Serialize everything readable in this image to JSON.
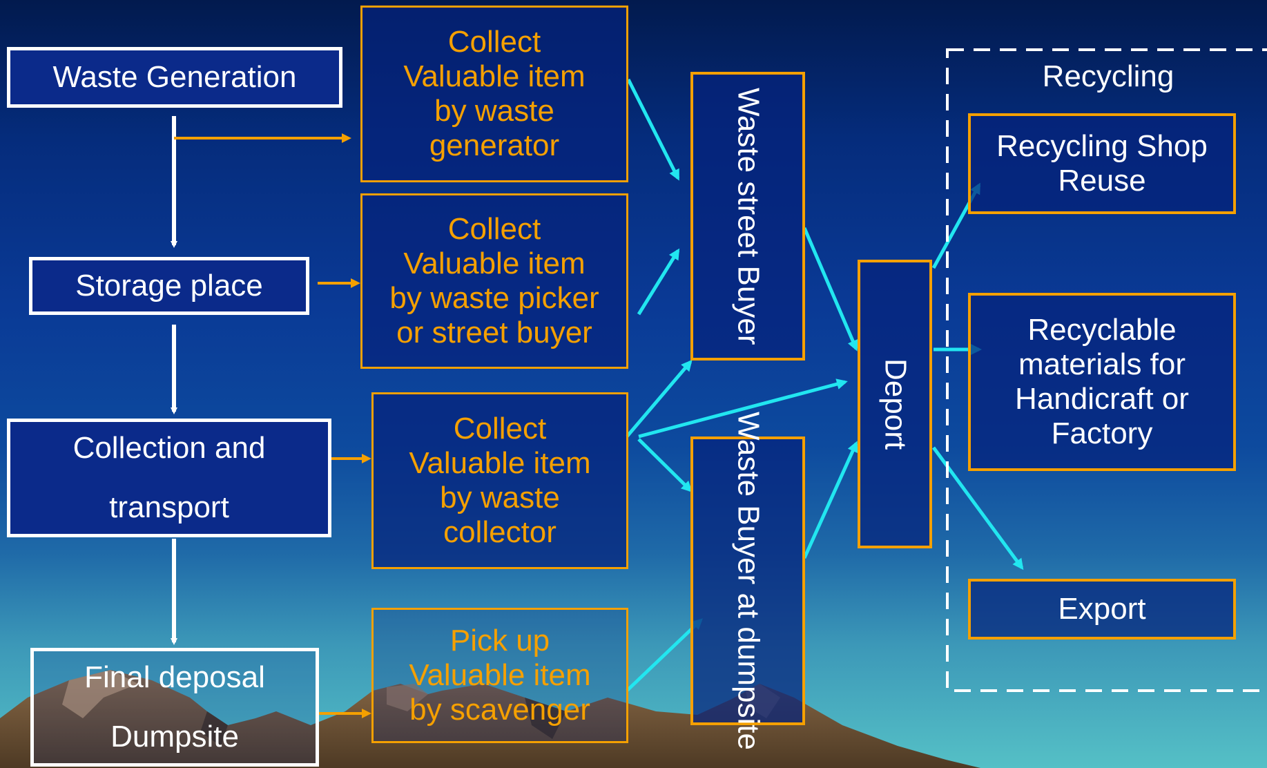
{
  "flow": {
    "waste_generation": "Waste Generation",
    "storage_place": "Storage place",
    "collection_line1": "Collection and",
    "collection_line2": "transport",
    "final_line1": "Final deposal",
    "final_line2": "Dumpsite"
  },
  "collect": {
    "by_generator": "Collect\nValuable item\nby waste\ngenerator",
    "by_picker": "Collect\nValuable item\nby waste picker\nor street buyer",
    "by_collector": "Collect\nValuable item\nby waste\ncollector",
    "by_scavenger": "Pick up\nValuable item\nby  scavenger"
  },
  "buyers": {
    "street_buyer": "Waste street\nBuyer",
    "dumpsite_buyer": "Waste Buyer at\ndumpsite",
    "depot": "Deport"
  },
  "recycling": {
    "title": "Recycling",
    "shop_reuse": "Recycling Shop\nReuse",
    "handicraft": "Recyclable\nmaterials for\nHandicraft or\nFactory",
    "export": "Export"
  },
  "colors": {
    "white_box": "#ffffff",
    "orange_box": "#f5a000",
    "cyan_arrow": "#22e6f0",
    "background_top": "#021a4e",
    "background_bottom": "#55c0c6"
  }
}
